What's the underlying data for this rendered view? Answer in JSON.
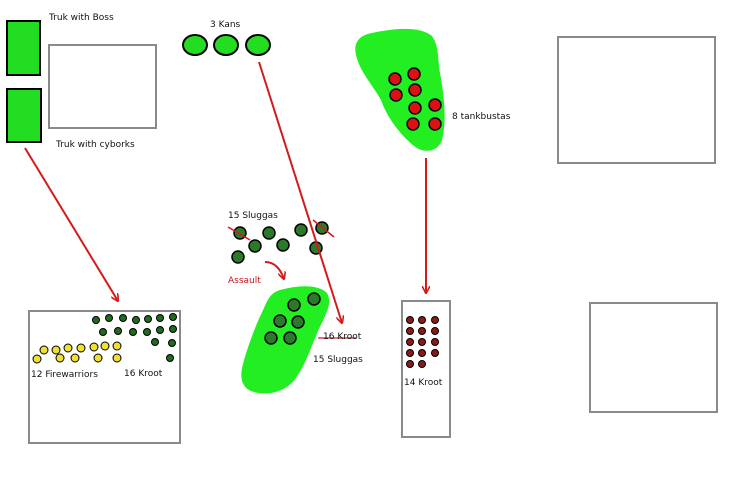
{
  "labels": {
    "truk_boss": "Truk with Boss",
    "truk_cyborks": "Truk with cyborks",
    "kans": "3 Kans",
    "tankbustas": "8 tankbustas",
    "sluggas_top": "15 Sluggas",
    "assault": "Assault",
    "kroot_struck": "16 Kroot",
    "sluggas_bottom": "15 Sluggas",
    "firewarriors": "12 Firewarriors",
    "kroot_left": "16 Kroot",
    "kroot_middle": "14 Kroot"
  },
  "colors": {
    "background": "#ffffff",
    "truk_fill": "#22dd22",
    "kan_fill": "#22dd22",
    "cover_fill": "#22ee22",
    "tankbusta_fill": "#dd1111",
    "slugga_fill": "#2a7a2a",
    "kroot_left_fill": "#1f6b1f",
    "firewarrior_fill": "#f0e030",
    "kroot_middle_fill": "#8a1a1a",
    "arrow": "#d41a1a",
    "building_border": "#8a8a8a"
  },
  "icons": {
    "truk": "green-rectangle",
    "kan": "green-oval",
    "cover": "green-blob",
    "model": "circle-token",
    "building": "grey-outline-box",
    "arrow": "red-arrow"
  }
}
